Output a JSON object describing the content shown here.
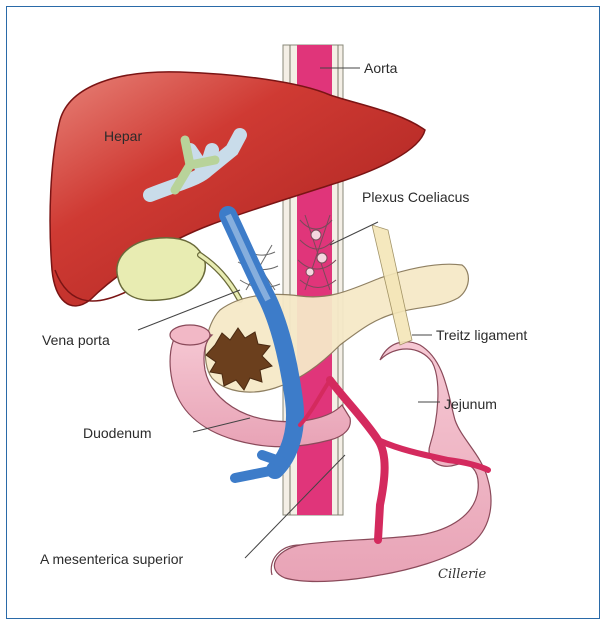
{
  "labels": {
    "hepar": "Hepar",
    "aorta": "Aorta",
    "plexus": "Plexus Coeliacus",
    "vena_porta": "Vena porta",
    "treitz": "Treitz ligament",
    "jejunum": "Jejunum",
    "duodenum": "Duodenum",
    "mesenterica": "A mesenterica superior"
  },
  "signature": "Cillerie",
  "colors": {
    "liver": "#c9302c",
    "liver_dark": "#9a1f1d",
    "aorta": "#e0357a",
    "vein_blue": "#3d7cc9",
    "pancreas": "#f6e9c8",
    "intestine": "#f2b8c6",
    "gallbladder": "#e8ecb2",
    "tumor": "#6b3f1d",
    "frame": "#2a6aa8"
  }
}
